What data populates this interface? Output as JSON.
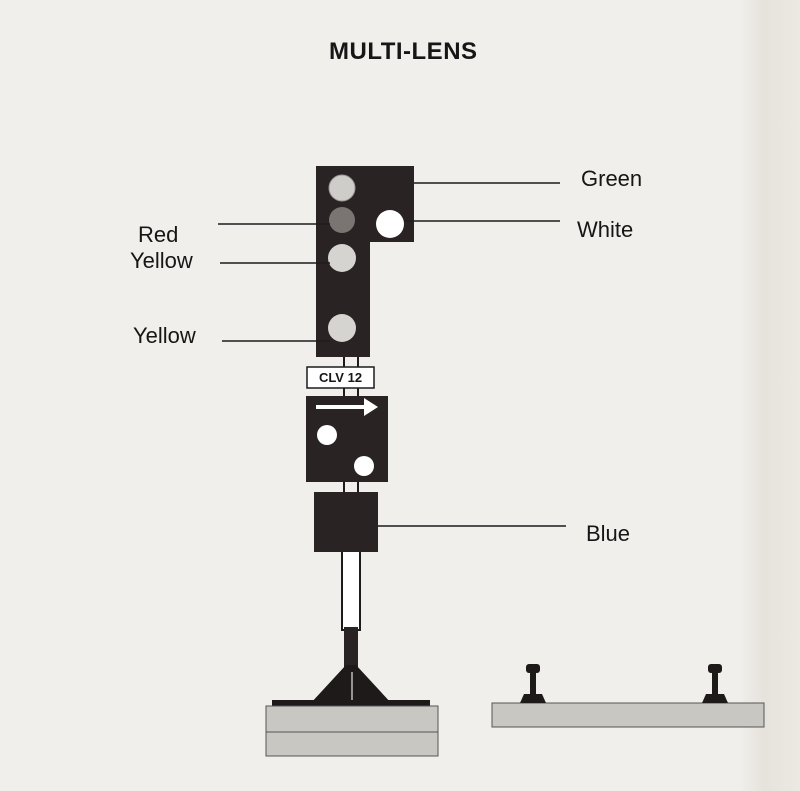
{
  "title": "MULTI-LENS",
  "labels": {
    "green": "Green",
    "white": "White",
    "red": "Red",
    "yellow_upper": "Yellow",
    "yellow_lower": "Yellow",
    "blue": "Blue"
  },
  "plate": "CLV 12",
  "colors": {
    "background": "#f1efeb",
    "signal_body": "#2a2323",
    "lens_lit": "#d4d2cf",
    "lens_white": "#ffffff",
    "base": "#c9c7c2",
    "line": "#1c1c1c"
  }
}
